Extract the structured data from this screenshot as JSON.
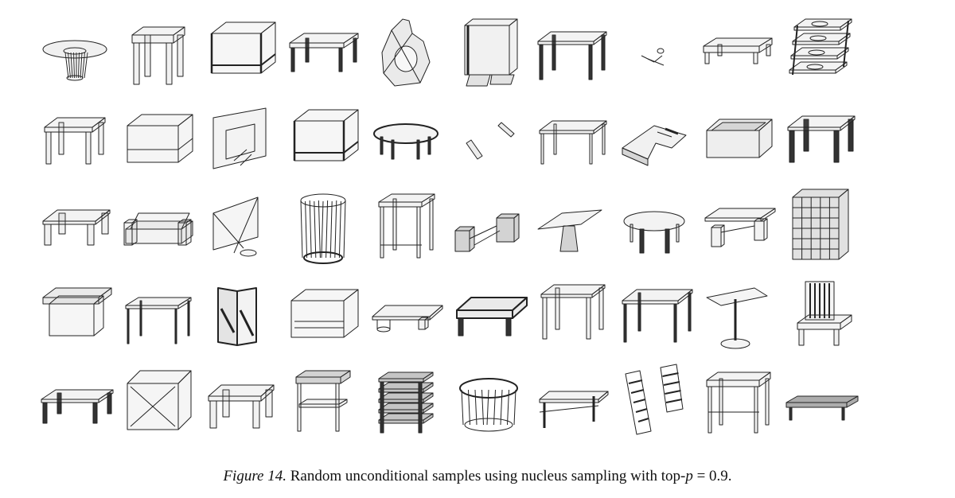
{
  "caption": {
    "label": "Figure 14.",
    "text_before": "Random unconditional samples using nucleus sampling with top-",
    "variable": "p",
    "text_after": " = 0.9."
  },
  "grid": {
    "rows": 5,
    "columns": 10,
    "samples": [
      [
        "round-glass-table-wire-base",
        "square-side-table",
        "cube-frame-table",
        "rectangular-coffee-table",
        "irregular-blob-shape",
        "slab-cabinet",
        "long-table-turned-legs",
        "small-scattered-fragment",
        "low-rectangular-table",
        "shelving-unit-oval-cutouts"
      ],
      [
        "square-table",
        "box-table-with-shelf",
        "wall-panel-box",
        "cube-frame-table",
        "oval-coffee-table",
        "two-floating-sticks",
        "plain-long-table",
        "L-shaped-tray-table",
        "box-ottoman",
        "dark-leg-table"
      ],
      [
        "wide-coffee-table",
        "sofa-shape",
        "panel-on-stand",
        "cylindrical-cage",
        "tall-bar-table",
        "scattered-blocks",
        "boat-shaped-table",
        "oval-dining-table",
        "trestle-table",
        "tall-cabinet"
      ],
      [
        "tray-top-box-table",
        "console-table",
        "folding-chair-frame",
        "sideboard-with-shelf",
        "low-bench-table",
        "thick-coffee-table",
        "tall-square-table",
        "long-dining-table",
        "pedestal-bistro-table",
        "ladder-back-chair"
      ],
      [
        "low-dark-leg-table",
        "box-cabinet",
        "rectangular-table",
        "tiered-side-table",
        "stacked-tray-table",
        "round-cage-table",
        "rail-bench",
        "two-radiator-panels",
        "tall-frame-table",
        "long-bench"
      ]
    ]
  }
}
